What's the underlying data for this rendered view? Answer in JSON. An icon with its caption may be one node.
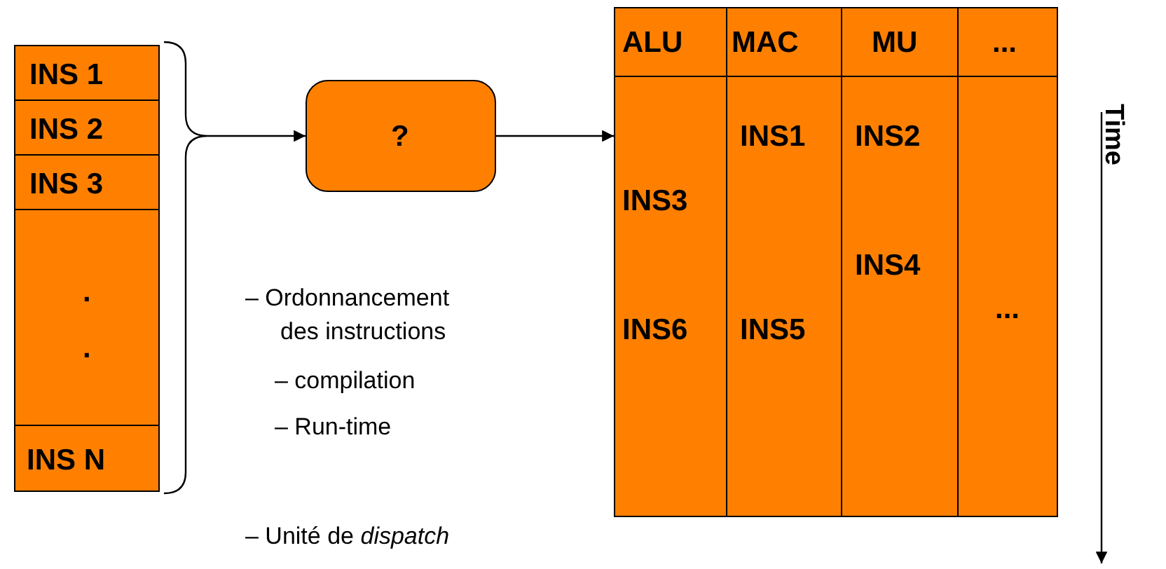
{
  "diagram": {
    "nodes": [
      {
        "text": [
          "INS 1"
        ]
      },
      {
        "text": [
          "INS 2"
        ]
      },
      {
        "text": [
          "INS 3"
        ]
      },
      {
        "text": [
          ".",
          "."
        ]
      },
      {
        "text": [
          "INS N"
        ]
      },
      {
        "text": [],
        "shape": "bar"
      },
      {
        "text": [
          "?"
        ]
      },
      {
        "text": [
          "ALU"
        ]
      },
      {
        "text": [
          "MAC"
        ]
      },
      {
        "text": [
          "MU"
        ]
      },
      {
        "text": [
          "..."
        ]
      },
      {
        "text": [
          "INS3",
          "INS6"
        ]
      },
      {
        "text": [
          "INS1",
          "INS5"
        ]
      },
      {
        "text": [
          "INS2",
          "INS4"
        ]
      },
      {
        "text": [
          "..."
        ]
      }
    ],
    "edges": [
      {
        "from": 5,
        "to": 6,
        "arrow": "to"
      },
      {
        "from": 6,
        "to": 11,
        "arrow": "to"
      }
    ],
    "labels": [
      "– Ordonnancement des instructions",
      "– compilation",
      "– Run-time",
      "– Unité de *dispatch*",
      "Time"
    ]
  }
}
